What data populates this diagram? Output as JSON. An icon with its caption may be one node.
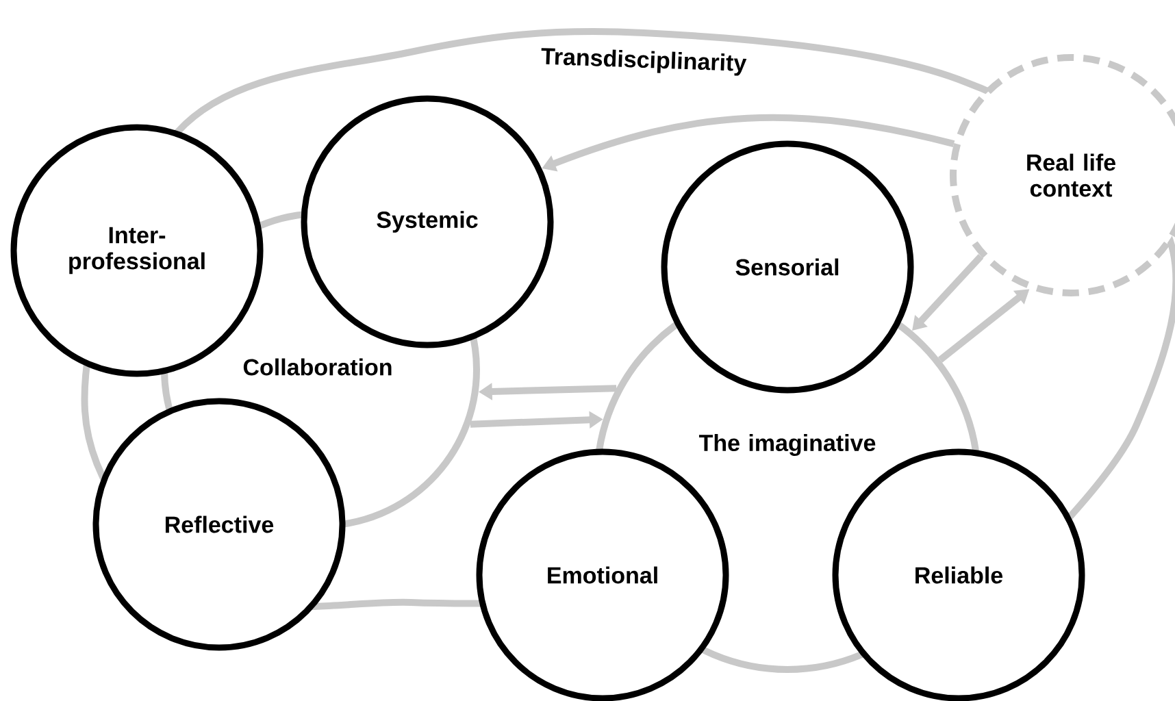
{
  "diagram": {
    "nodes": [
      {
        "text": [
          "Transdisciplinarity"
        ]
      },
      {
        "text": [
          "Real life context"
        ]
      },
      {
        "text": [
          "Collaboration"
        ]
      },
      {
        "text": [
          "Inter-professional"
        ]
      },
      {
        "text": [
          "Systemic"
        ]
      },
      {
        "text": [
          "Reflective"
        ]
      },
      {
        "text": [
          "The imaginative"
        ]
      },
      {
        "text": [
          "Sensorial"
        ]
      },
      {
        "text": [
          "Emotional"
        ]
      },
      {
        "text": [
          "Reliable"
        ]
      }
    ],
    "edges": [
      {
        "from": 1,
        "to": 4,
        "arrow": "to"
      },
      {
        "from": 6,
        "to": 2,
        "arrow": "to"
      },
      {
        "from": 2,
        "to": 6,
        "arrow": "to"
      },
      {
        "from": 1,
        "to": 6,
        "arrow": "to"
      },
      {
        "from": 6,
        "to": 1,
        "arrow": "to"
      }
    ]
  }
}
